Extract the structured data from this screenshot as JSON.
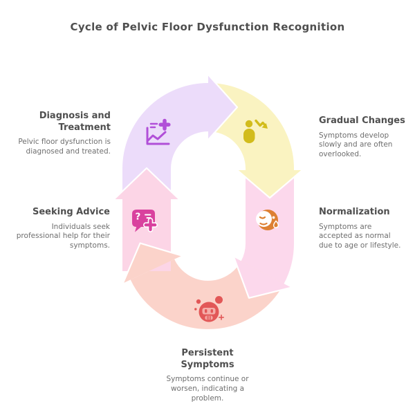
{
  "title": "Cycle of Pelvic Floor Dysfunction Recognition",
  "stages": [
    {
      "name": "diagnosis-and-treatment",
      "heading": "Diagnosis and Treatment",
      "description": "Pelvic floor dysfunction is diagnosed and treated.",
      "icon": "chart-plus-icon",
      "segment_color": "#ecdcfa",
      "icon_color": "#b14fd8"
    },
    {
      "name": "gradual-changes",
      "heading": "Gradual Changes",
      "description": "Symptoms develop slowly and are often overlooked.",
      "icon": "person-declining-arrow-icon",
      "segment_color": "#faf3c1",
      "icon_color": "#d2bc1c"
    },
    {
      "name": "normalization",
      "heading": "Normalization",
      "description": "Symptoms are accepted as normal due to age or lifestyle.",
      "icon": "half-shaded-face-icon",
      "segment_color": "#fcd8ec",
      "icon_color": "#dd8033"
    },
    {
      "name": "persistent-symptoms",
      "heading": "Persistent Symptoms",
      "description": "Symptoms continue or worsen, indicating a problem.",
      "icon": "sick-face-icon",
      "segment_color": "#fbd3ca",
      "icon_color": "#e25757"
    },
    {
      "name": "seeking-advice",
      "heading": "Seeking Advice",
      "description": "Individuals seek professional help for their symptoms.",
      "icon": "question-bubble-plus-icon",
      "segment_color": "#fcd5e6",
      "icon_color": "#d9419e"
    }
  ],
  "text_colors": {
    "title": "#4f4f4f",
    "heading": "#4f4f4f",
    "body": "#6e6e6e"
  },
  "question_mark": "?"
}
